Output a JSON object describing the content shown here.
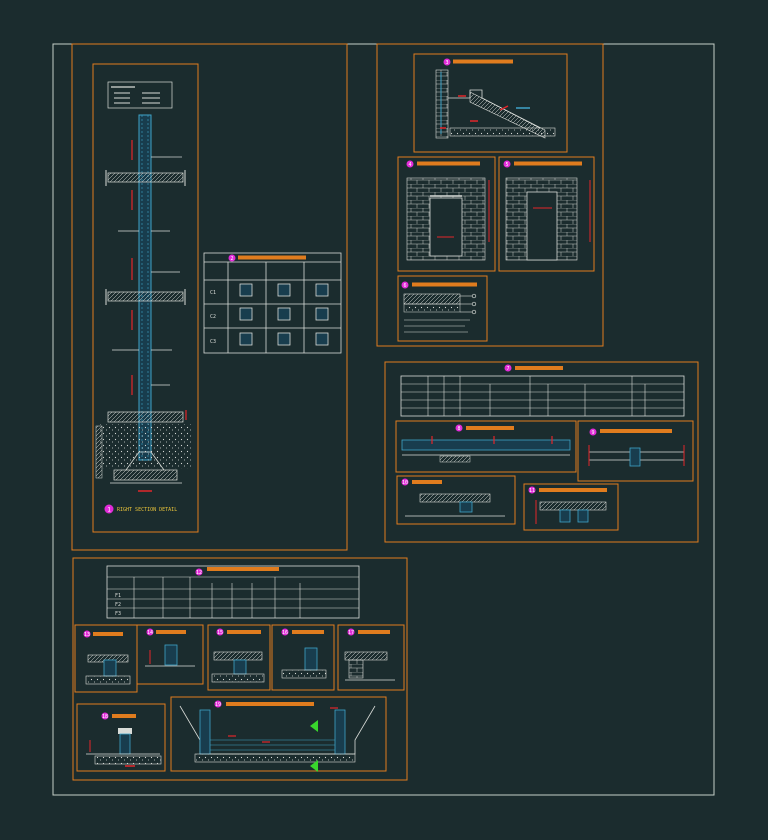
{
  "colors": {
    "background": "#1b2c2e",
    "frame": "#c6cfc8",
    "orange": "#e07c1e",
    "line": "#d9dcd8",
    "cyan": "#3fa3c8",
    "red": "#e3262a",
    "magenta": "#e22bd8",
    "green": "#38d62c",
    "yellow": "#e7c23a"
  },
  "details": {
    "column_section": {
      "marker": "1",
      "caption": "RIGHT SECTION DETAIL"
    },
    "column_schedule": {
      "marker": "2",
      "rows": [
        "C1",
        "C2",
        "C3"
      ]
    },
    "stair_detail": {
      "marker": "3"
    },
    "wall_opening_a": {
      "marker": "4"
    },
    "wall_opening_b": {
      "marker": "5"
    },
    "wall_section": {
      "marker": "6"
    },
    "beam_schedule": {
      "marker": "7"
    },
    "beam_detail_a": {
      "marker": "8"
    },
    "beam_detail_b": {
      "marker": "9"
    },
    "beam_detail_c": {
      "marker": "10"
    },
    "beam_detail_d": {
      "marker": "11"
    },
    "footing_schedule": {
      "marker": "12",
      "rows": [
        "F1",
        "F2",
        "F3"
      ]
    },
    "footing_a": {
      "marker": "13"
    },
    "footing_b": {
      "marker": "14"
    },
    "footing_c": {
      "marker": "15"
    },
    "footing_d": {
      "marker": "16"
    },
    "footing_e": {
      "marker": "17"
    },
    "pit_detail": {
      "marker": "18"
    },
    "tank_section": {
      "marker": "19"
    }
  }
}
